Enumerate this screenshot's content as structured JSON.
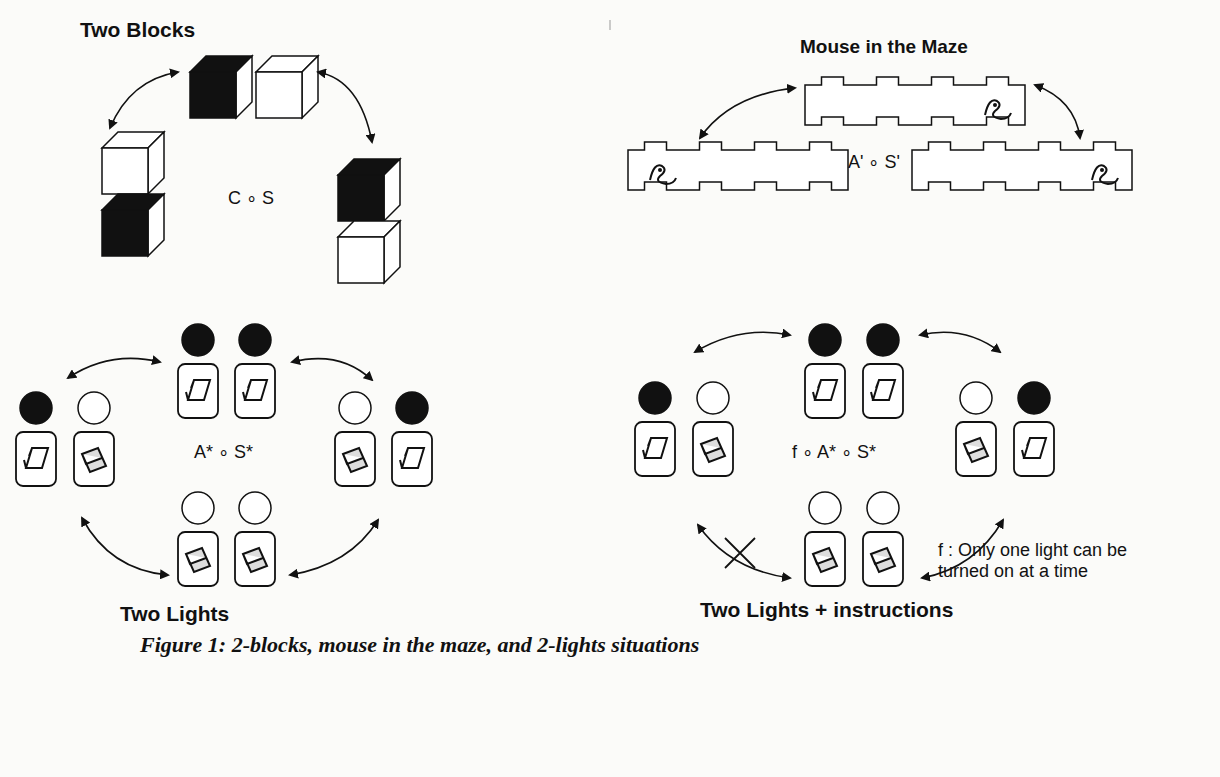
{
  "diagram": {
    "caption": "Figure 1: 2-blocks, mouse in the maze, and 2-lights situations",
    "labels": [
      "Two Blocks",
      "C ∘ S",
      "Mouse in the Maze",
      "A' ∘ S'",
      "A* ∘ S*",
      "Two Lights",
      "f ∘ A* ∘ S*",
      "f : Only one light can be turned on at a time",
      "Two Lights + instructions"
    ]
  }
}
